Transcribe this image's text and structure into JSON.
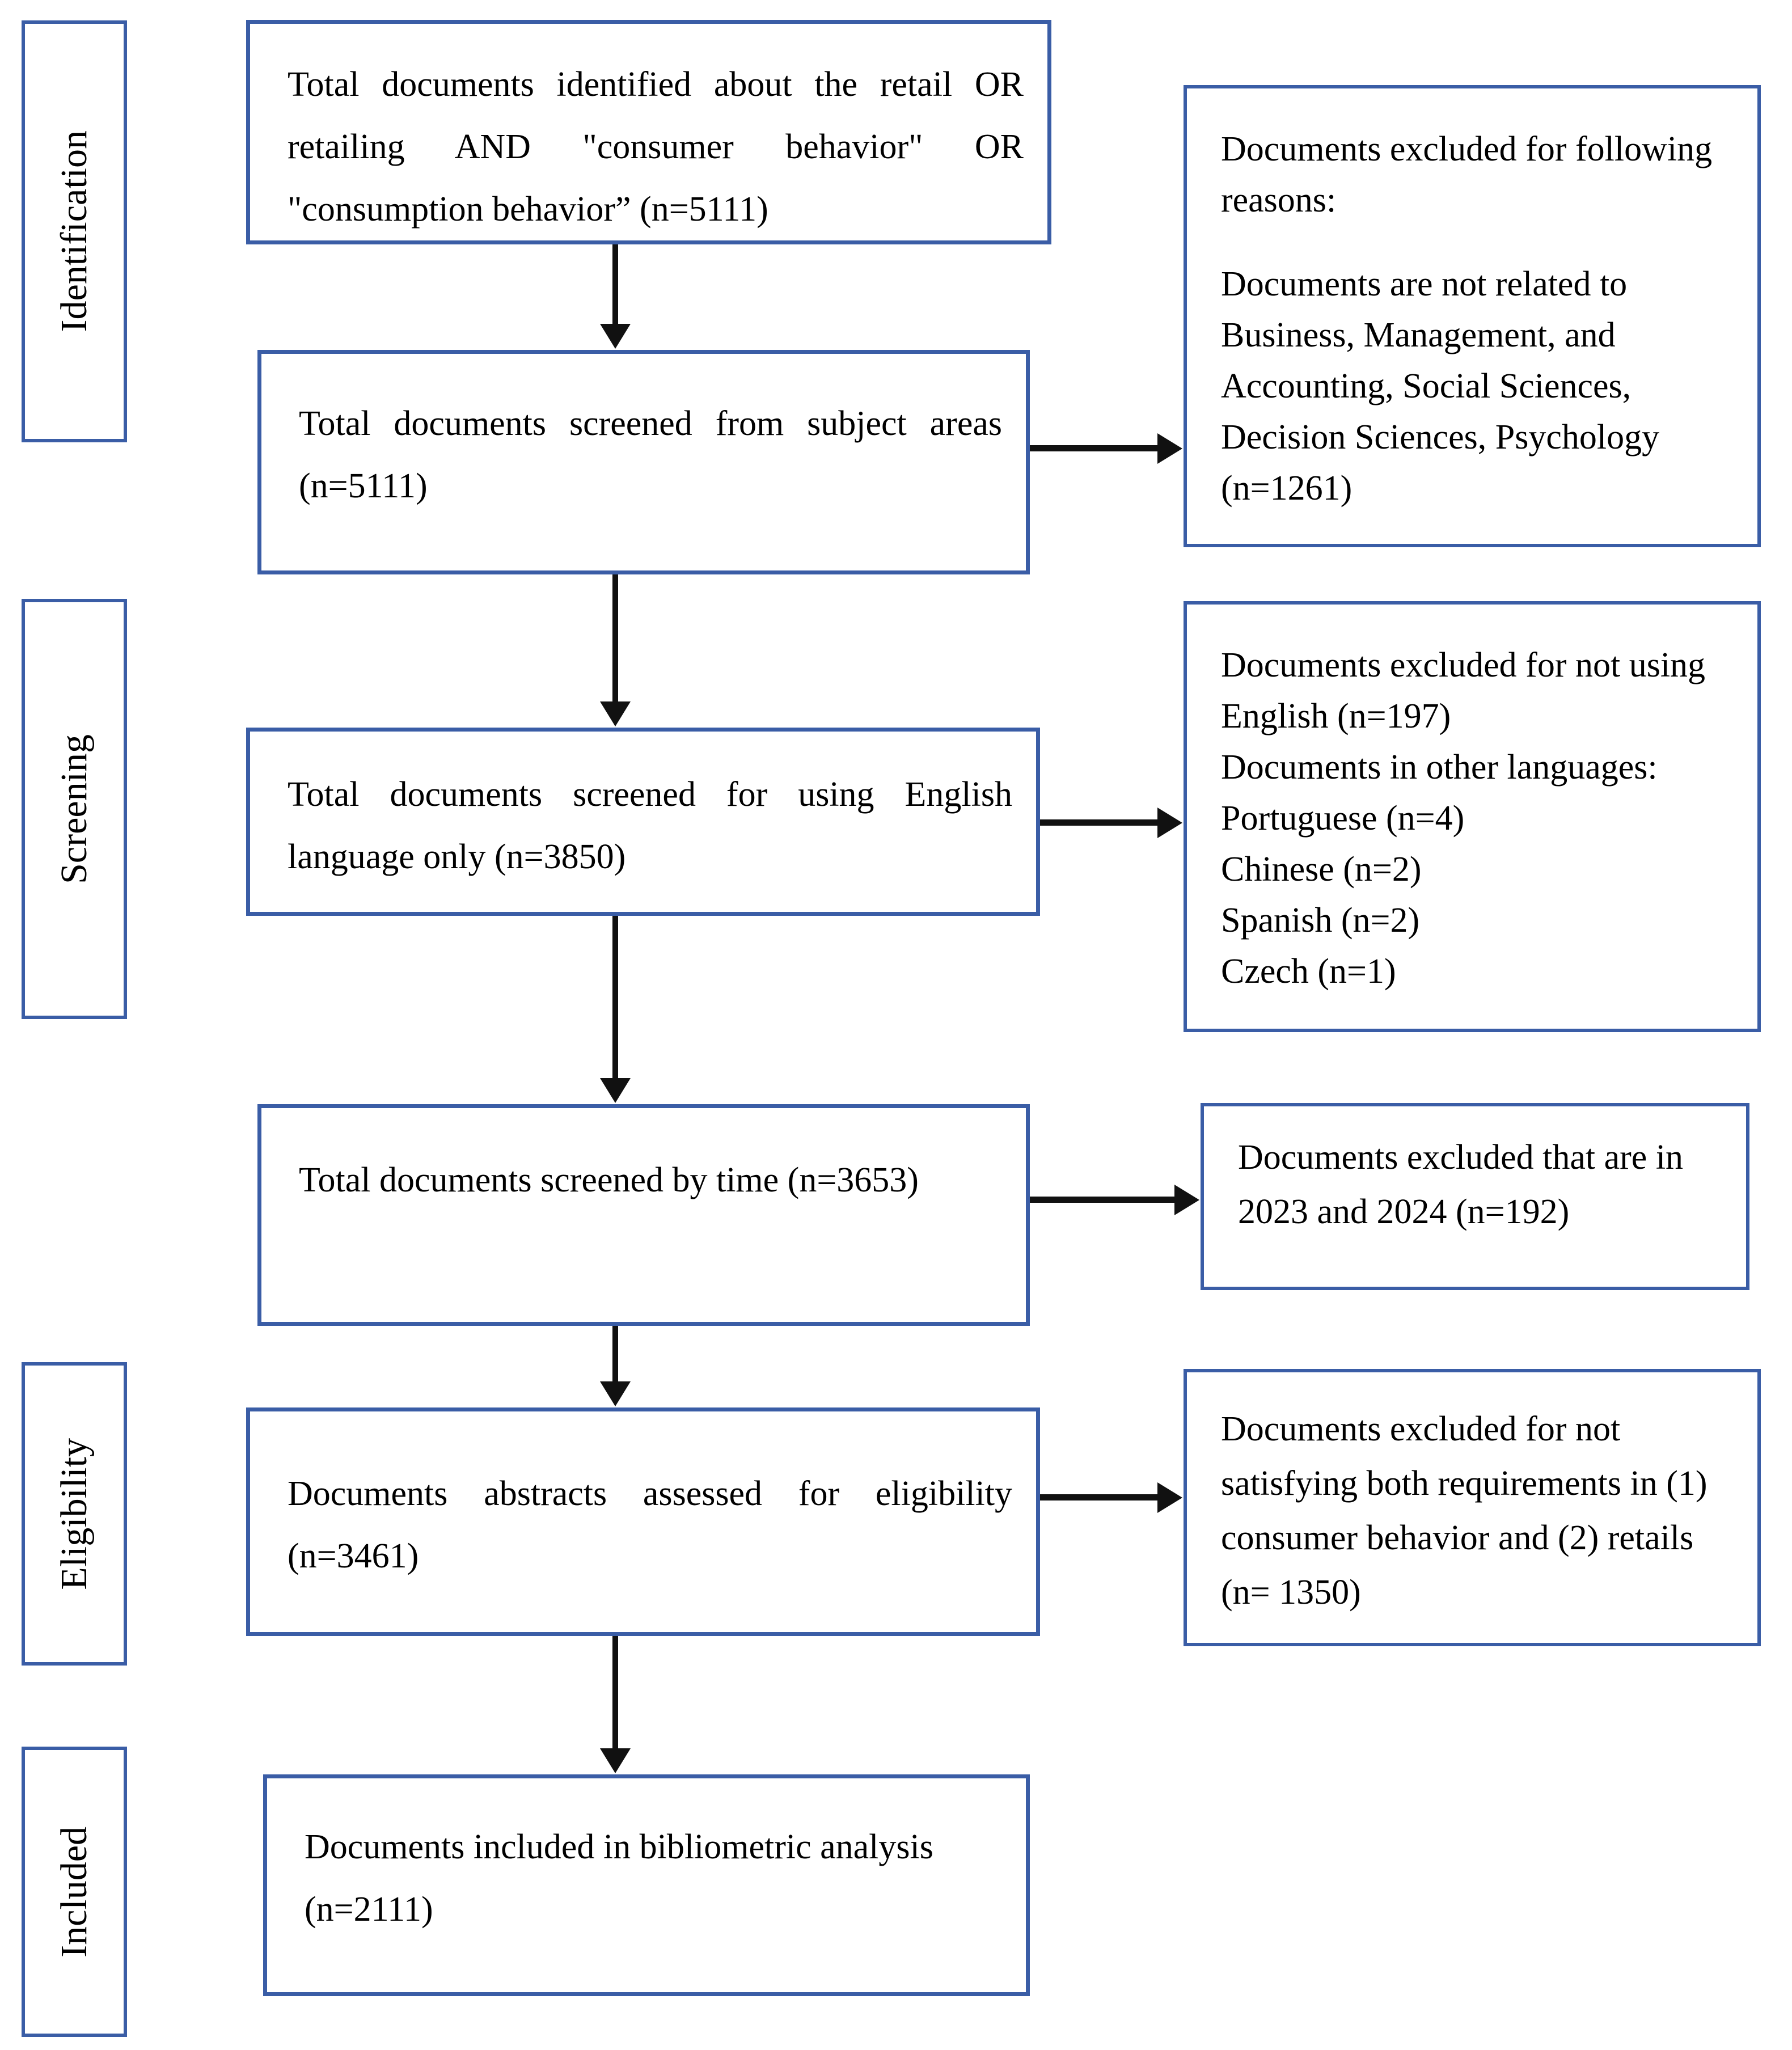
{
  "stages": {
    "identification": "Identification",
    "screening": "Screening",
    "eligibility": "Eligibility",
    "included": "Included"
  },
  "flow": {
    "box1": "Total documents identified about the retail OR retailing AND \"consumer behavior\" OR \"consumption behavior” (n=5111)",
    "box2": "Total documents screened from subject areas (n=5111)",
    "box3": "Total documents screened for using English language only (n=3850)",
    "box4": "Total documents screened by time (n=3653)",
    "box5": "Documents abstracts assessed for eligibility (n=3461)",
    "box6": "Documents included in bibliometric analysis (n=2111)"
  },
  "exclusions": {
    "r1_para1": "Documents excluded for following reasons:",
    "r1_para2": "Documents are not related to Business, Management, and Accounting, Social Sciences, Decision Sciences, Psychology (n=1261)",
    "r2_line1": "Documents excluded for not using English (n=197)",
    "r2_line2": "Documents in other languages:",
    "r2_line3": "Portuguese (n=4)",
    "r2_line4": "Chinese (n=2)",
    "r2_line5": "Spanish (n=2)",
    "r2_line6": "Czech (n=1)",
    "r3": "Documents excluded that are in 2023 and 2024 (n=192)",
    "r4": "Documents excluded for not satisfying both requirements in (1) consumer behavior and (2) retails (n= 1350)"
  },
  "colors": {
    "box_border": "#3a5da6",
    "arrow": "#111111",
    "text": "#000000",
    "background": "#ffffff"
  }
}
